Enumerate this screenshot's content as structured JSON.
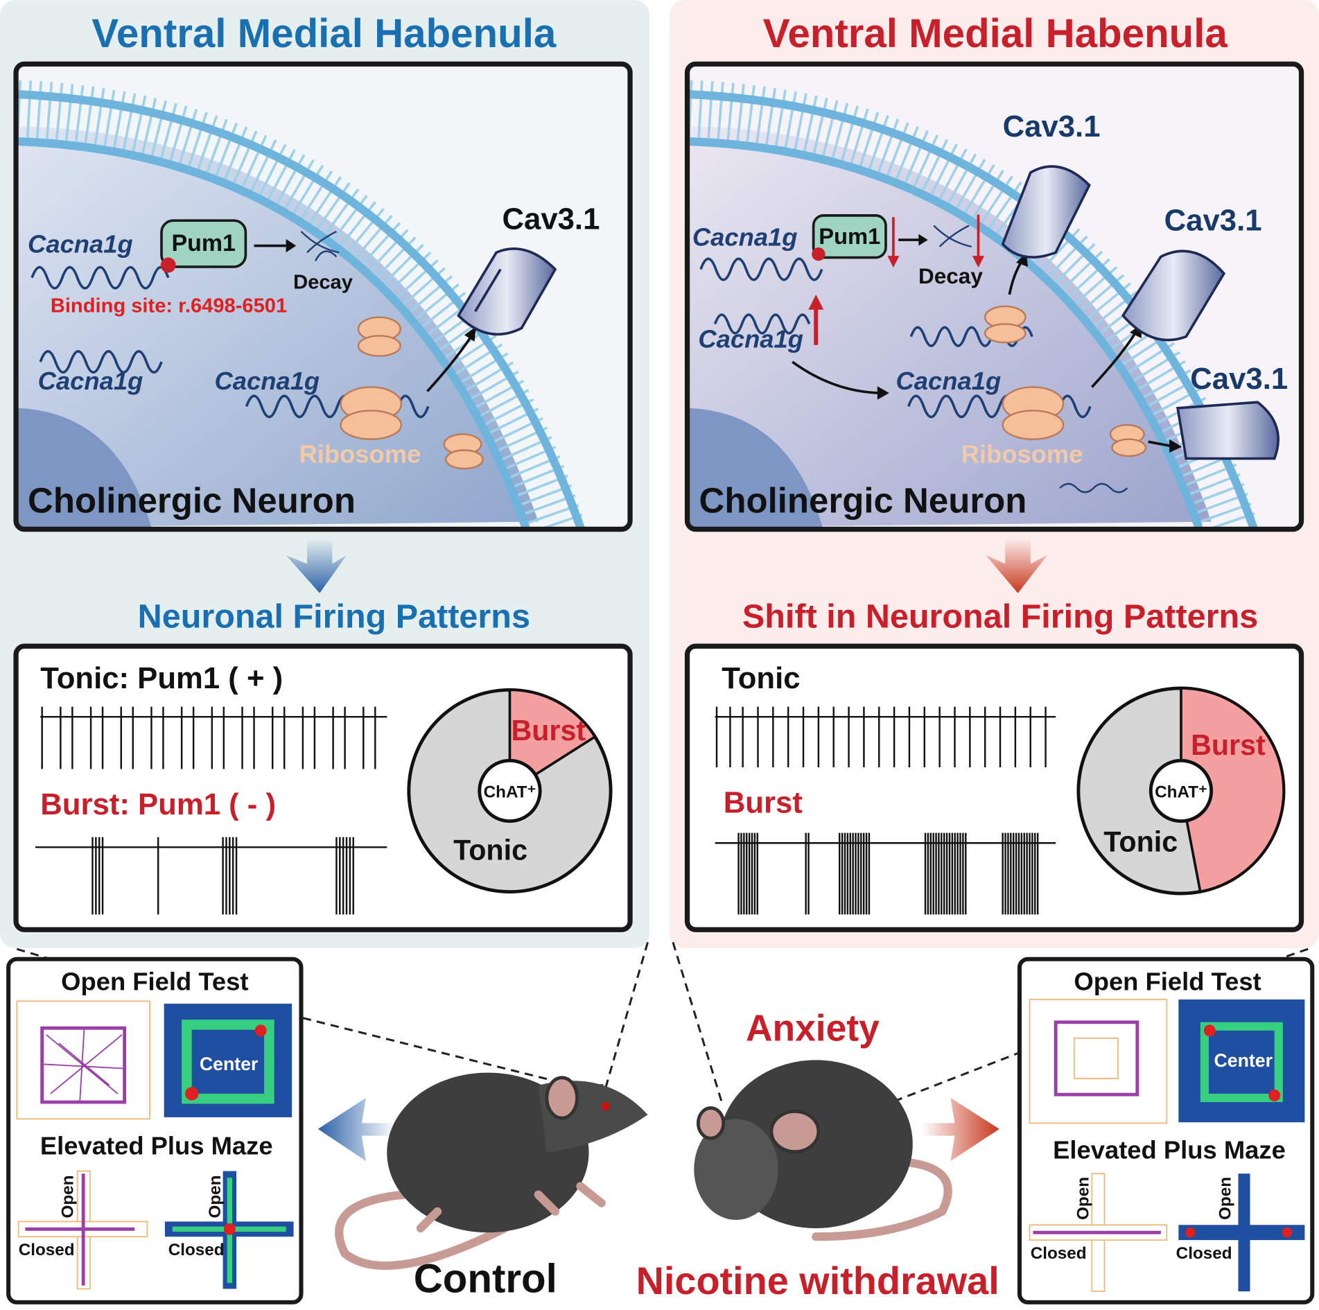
{
  "colors": {
    "control_blue": "#1a6fb0",
    "withdrawal_red": "#c8202a",
    "left_bg": "#e5efef",
    "right_bg": "#fcecec",
    "burst_pink": "#f4a0a0",
    "tonic_gray": "#d6d6d6",
    "gene_blue": "#1e3f73",
    "ribosome_label": "#f4c9a8"
  },
  "left": {
    "title": "Ventral Medial Habenula",
    "gene_a": "Cacna1g",
    "gene_b": "Cacna1g",
    "gene_c": "Cacna1g",
    "pum1": "Pum1",
    "decay": "Decay",
    "binding_site": "Binding site: r.6498-6501",
    "channel": "Cav3.1",
    "ribosome": "Ribosome",
    "neuron": "Cholinergic Neuron",
    "firing_title": "Neuronal Firing Patterns",
    "tonic_label": "Tonic: Pum1 ( + )",
    "burst_label": "Burst: Pum1 ( - )",
    "pie": {
      "center": "ChAT⁺",
      "burst_label": "Burst",
      "tonic_label": "Tonic",
      "burst_fraction": 0.16
    }
  },
  "right": {
    "title": "Ventral Medial Habenula",
    "gene_a": "Cacna1g",
    "gene_b": "Cacna1g",
    "gene_c": "Cacna1g",
    "pum1": "Pum1",
    "decay": "Decay",
    "channel_1": "Cav3.1",
    "channel_2": "Cav3.1",
    "channel_3": "Cav3.1",
    "ribosome": "Ribosome",
    "neuron": "Cholinergic Neuron",
    "firing_title": "Shift in Neuronal Firing Patterns",
    "tonic_label": "Tonic",
    "burst_label": "Burst",
    "pie": {
      "center": "ChAT⁺",
      "burst_label": "Burst",
      "tonic_label": "Tonic",
      "burst_fraction": 0.47
    }
  },
  "bottom": {
    "left_box": {
      "oft": "Open Field Test",
      "center": "Center",
      "epm": "Elevated Plus Maze",
      "open": "Open",
      "closed": "Closed"
    },
    "right_box": {
      "oft": "Open Field Test",
      "center": "Center",
      "epm": "Elevated Plus Maze",
      "open": "Open",
      "closed": "Closed"
    },
    "control": "Control",
    "anxiety": "Anxiety",
    "withdrawal": "Nicotine withdrawal"
  }
}
